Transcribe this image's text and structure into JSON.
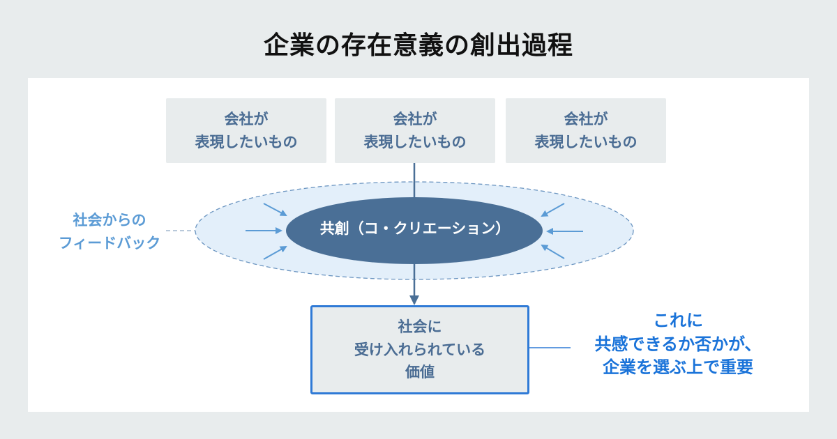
{
  "title": "企業の存在意義の創出過程",
  "sources": [
    {
      "line1": "会社が",
      "line2": "表現したいもの"
    },
    {
      "line1": "会社が",
      "line2": "表現したいもの"
    },
    {
      "line1": "会社が",
      "line2": "表現したいもの"
    }
  ],
  "feedback": {
    "line1": "社会からの",
    "line2": "フィードバック"
  },
  "cocreation": {
    "label": "共創（コ・クリエーション）"
  },
  "value": {
    "line1": "社会に",
    "line2": "受け入れられている",
    "line3": "価値"
  },
  "note": {
    "line1": "これに",
    "line2": "共感できるか否かが、",
    "line3": "企業を選ぶ上で重要"
  },
  "colors": {
    "background": "#e8eced",
    "panel": "#ffffff",
    "box_fill": "#e8eced",
    "box_text": "#4a6c93",
    "ellipse_dark": "#4a6f96",
    "ellipse_light": "#e3effa",
    "feedback_accent": "#5b9bd5",
    "highlight_blue": "#1a73d9"
  }
}
